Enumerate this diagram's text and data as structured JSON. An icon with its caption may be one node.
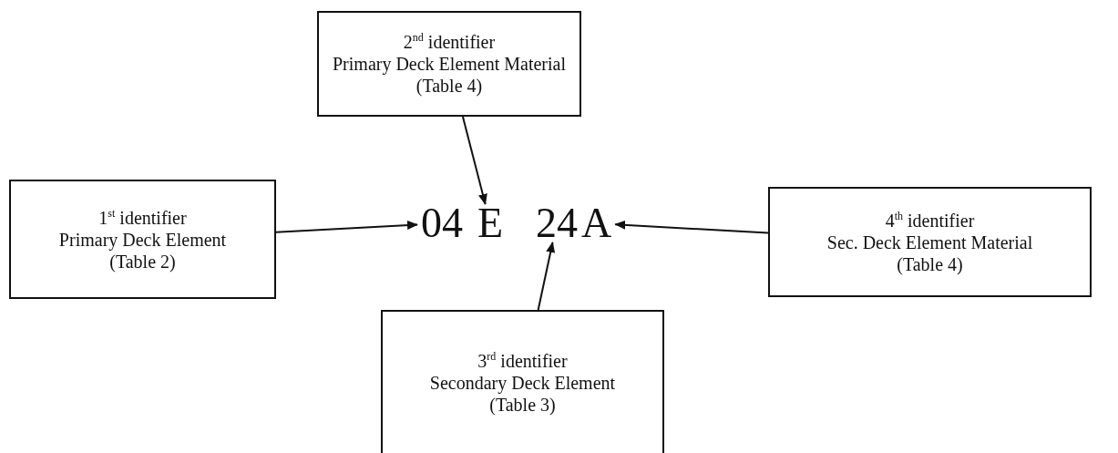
{
  "diagram": {
    "nodes": [
      {
        "text": [
          "2$^{nd}$ identifier",
          "Primary Deck Element Material",
          "(Table 4)"
        ]
      },
      {
        "text": [
          "1$^{st}$ identifier",
          "Primary Deck Element",
          "(Table 2)"
        ]
      },
      {
        "text": [
          "04"
        ]
      },
      {
        "text": [
          "E"
        ]
      },
      {
        "text": [
          "24"
        ]
      },
      {
        "text": [
          "A"
        ]
      },
      {
        "text": [
          "4$^{th}$ identifier",
          "Sec. Deck Element Material",
          "(Table 4)"
        ]
      },
      {
        "text": [
          "3$^{rd}$ identifier",
          "Secondary Deck Element",
          "(Table 3)"
        ]
      }
    ],
    "edges": [
      {
        "from": 1,
        "to": 2,
        "arrow": "to"
      },
      {
        "from": 0,
        "to": 3,
        "arrow": "to"
      },
      {
        "from": 7,
        "to": 4,
        "arrow": "to"
      },
      {
        "from": 6,
        "to": 5,
        "arrow": "to"
      }
    ]
  }
}
